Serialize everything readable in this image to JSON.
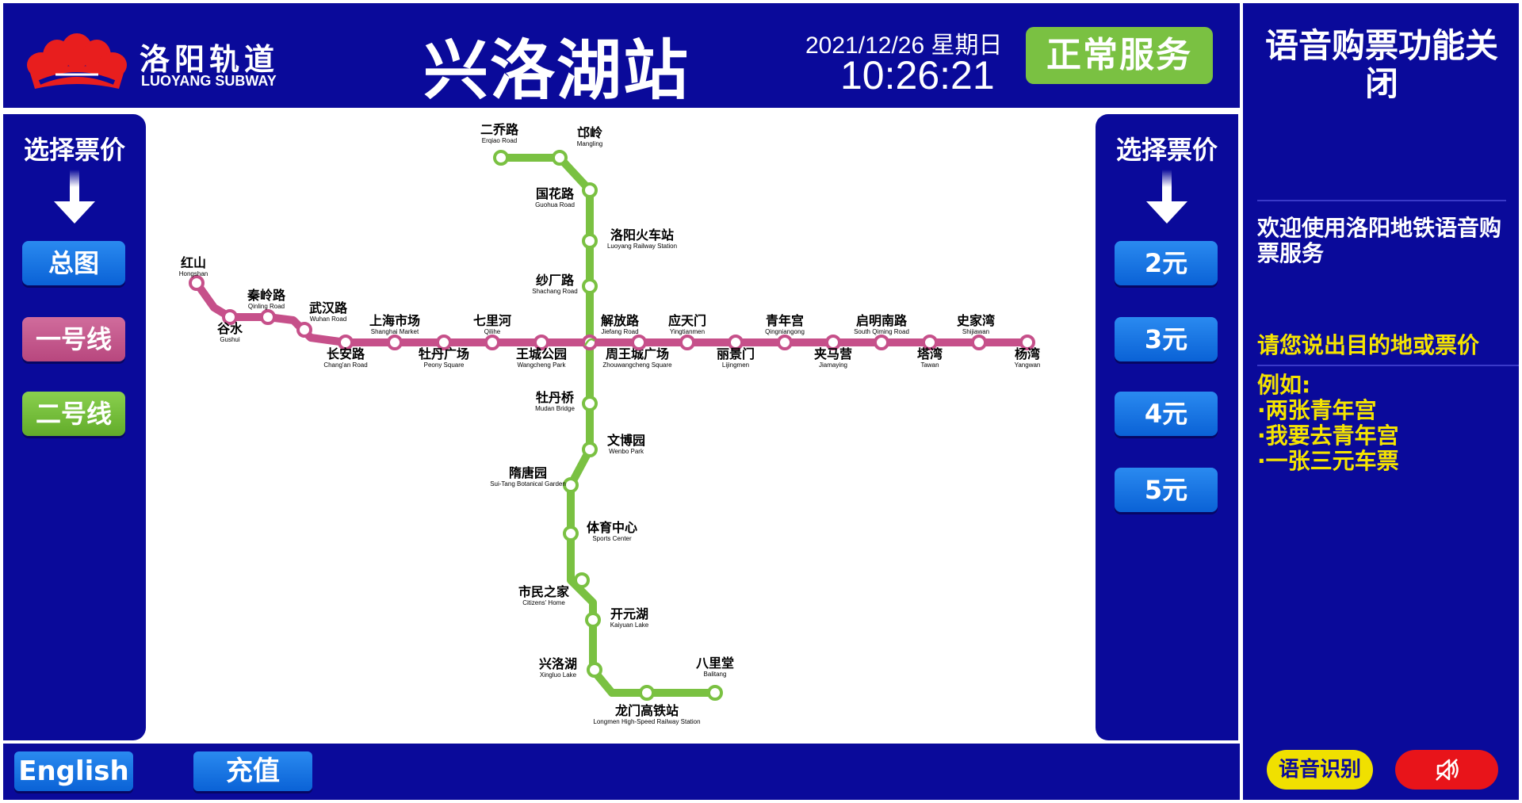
{
  "header": {
    "logo_cn": "洛阳轨道",
    "logo_en": "LUOYANG SUBWAY",
    "station_name": "兴洛湖站",
    "date": "2021/12/26 星期日",
    "time": "10:26:21",
    "status": "正常服务"
  },
  "left_panel": {
    "heading": "选择票价",
    "buttons": [
      "总图",
      "一号线",
      "二号线"
    ]
  },
  "price_panel": {
    "heading": "选择票价",
    "prices": [
      "2元",
      "3元",
      "4元",
      "5元"
    ]
  },
  "voice_panel": {
    "title": "语音购票功能关闭",
    "welcome": "欢迎使用洛阳地铁语音购票服务",
    "prompt": "请您说出目的地或票价",
    "examples_title": "例如:",
    "examples": [
      "·两张青年宫",
      "·我要去青年宫",
      "·一张三元车票"
    ],
    "voice_button": "语音识别",
    "mute_icon": "speaker-muted-icon"
  },
  "footer": {
    "english_button": "English",
    "recharge_button": "充值"
  },
  "colors": {
    "navy": "#0a0a9a",
    "line1": "#c6508a",
    "line2": "#7ac142",
    "status_green": "#7ac142",
    "prompt_yellow": "#f5e400"
  },
  "map": {
    "line1_stations": [
      {
        "cn": "红山",
        "en": "Hongshan"
      },
      {
        "cn": "谷水",
        "en": "Gushui"
      },
      {
        "cn": "秦岭路",
        "en": "Qinling Road"
      },
      {
        "cn": "武汉路",
        "en": "Wuhan Road"
      },
      {
        "cn": "长安路",
        "en": "Chang'an Road"
      },
      {
        "cn": "上海市场",
        "en": "Shanghai Market"
      },
      {
        "cn": "牡丹广场",
        "en": "Peony Square"
      },
      {
        "cn": "七里河",
        "en": "Qilihe"
      },
      {
        "cn": "王城公园",
        "en": "Wangcheng Park"
      },
      {
        "cn": "周王城广场",
        "en": "Zhouwangcheng Square"
      },
      {
        "cn": "解放路",
        "en": "Jiefang Road"
      },
      {
        "cn": "应天门",
        "en": "Yingtianmen"
      },
      {
        "cn": "丽景门",
        "en": "Lijingmen"
      },
      {
        "cn": "青年宫",
        "en": "Qingniangong"
      },
      {
        "cn": "夹马营",
        "en": "Jiamaying"
      },
      {
        "cn": "启明南路",
        "en": "South Qiming Road"
      },
      {
        "cn": "塔湾",
        "en": "Tawan"
      },
      {
        "cn": "史家湾",
        "en": "Shijiawan"
      },
      {
        "cn": "杨湾",
        "en": "Yangwan"
      }
    ],
    "line2_stations": [
      {
        "cn": "二乔路",
        "en": "Erqiao Road"
      },
      {
        "cn": "邙岭",
        "en": "Mangling"
      },
      {
        "cn": "国花路",
        "en": "Guohua Road"
      },
      {
        "cn": "洛阳火车站",
        "en": "Luoyang Railway Station"
      },
      {
        "cn": "纱厂路",
        "en": "Shachang Road"
      },
      {
        "cn": "牡丹桥",
        "en": "Mudan Bridge"
      },
      {
        "cn": "文博园",
        "en": "Wenbo Park"
      },
      {
        "cn": "隋唐园",
        "en": "Sui-Tang Botanical Garden"
      },
      {
        "cn": "体育中心",
        "en": "Sports Center"
      },
      {
        "cn": "市民之家",
        "en": "Citizens' Home"
      },
      {
        "cn": "开元湖",
        "en": "Kaiyuan Lake"
      },
      {
        "cn": "兴洛湖",
        "en": "Xingluo Lake"
      },
      {
        "cn": "龙门高铁站",
        "en": "Longmen High-Speed Railway Station"
      },
      {
        "cn": "八里堂",
        "en": "Balitang"
      }
    ]
  }
}
